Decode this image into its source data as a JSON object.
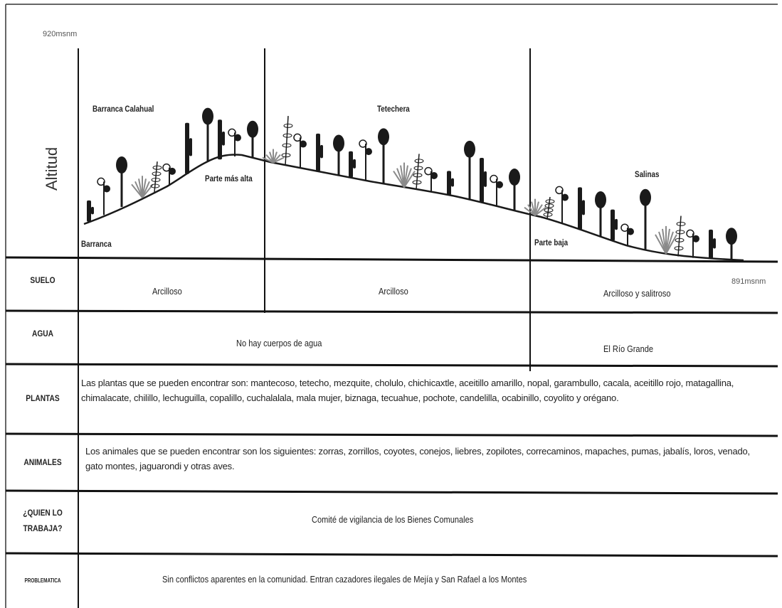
{
  "profile": {
    "y_axis_label": "Altitud",
    "top_altitude": "920msnm",
    "bottom_altitude": "891msnm",
    "zones": [
      {
        "name": "Barranca Calahual"
      },
      {
        "name": "Tetechera"
      },
      {
        "name": "Salinas"
      }
    ],
    "points": {
      "barranca": "Barranca",
      "highest": "Parte más alta",
      "lowest": "Parte baja"
    }
  },
  "rows": {
    "suelo": {
      "label": "SUELO",
      "values": [
        "Arcilloso",
        "Arcilloso",
        "Arcilloso y salitroso"
      ]
    },
    "agua": {
      "label": "AGUA",
      "values": [
        "No hay cuerpos de agua",
        "El Río Grande"
      ]
    },
    "plantas": {
      "label": "PLANTAS",
      "text": "Las plantas que se pueden encontrar son: mantecoso, tetecho, mezquite, cholulo, chichicaxtle, aceitillo amarillo, nopal, garambullo, cacala, aceitillo rojo, matagallina, chimalacate, chilillo, lechuguilla, copalillo, cuchalalala, mala mujer, biznaga, tecuahue, pochote, candelilla, ocabinillo, coyolito y orégano."
    },
    "animales": {
      "label": "ANIMALES",
      "text": "Los animales que se pueden encontrar son los siguientes: zorras, zorrillos, coyotes, conejos, liebres, zopilotes, correcaminos, mapaches, pumas, jabalís, loros, venado, gato montes, jaguarondi y otras aves."
    },
    "quien": {
      "label_line1": "¿QUIEN LO",
      "label_line2": "TRABAJA?",
      "text": "Comité de vigilancia de los Bienes Comunales"
    },
    "problematica": {
      "label": "PROBLEMATICA",
      "text": "Sin conflictos aparentes en la comunidad. Entran cazadores ilegales de Mejía y San Rafael a los Montes"
    }
  },
  "colors": {
    "line": "#1a1a1a",
    "plant": "#1a1a1a",
    "plant_light": "#8a8a8a"
  }
}
